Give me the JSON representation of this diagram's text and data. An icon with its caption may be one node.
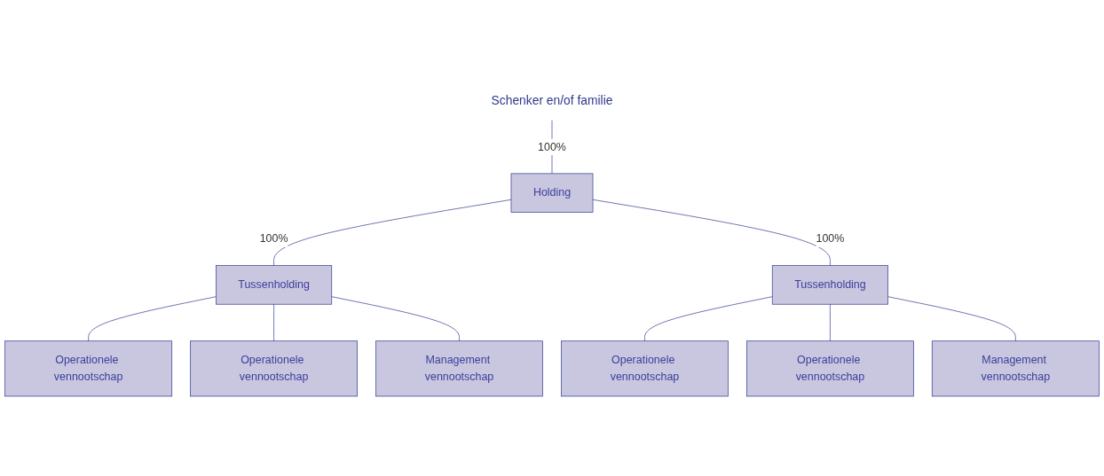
{
  "diagram": {
    "nodes": [
      {
        "text": [
          "Schenker en/of familie"
        ]
      },
      {
        "text": [
          "Holding"
        ]
      },
      {
        "text": [
          "Tussenholding"
        ]
      },
      {
        "text": [
          "Tussenholding"
        ]
      },
      {
        "text": [
          "Operationele vennootschap"
        ]
      },
      {
        "text": [
          "Operationele vennootschap"
        ]
      },
      {
        "text": [
          "Management vennootschap"
        ]
      },
      {
        "text": [
          "Operationele vennootschap"
        ]
      },
      {
        "text": [
          "Operationele vennootschap"
        ]
      },
      {
        "text": [
          "Management vennootschap"
        ]
      }
    ],
    "edges": [
      {
        "from": 0,
        "to": 1,
        "arrow": "none",
        "label": "100%"
      },
      {
        "from": 1,
        "to": 2,
        "arrow": "none",
        "label": "100%"
      },
      {
        "from": 1,
        "to": 3,
        "arrow": "none",
        "label": "100%"
      },
      {
        "from": 2,
        "to": 4,
        "arrow": "none"
      },
      {
        "from": 2,
        "to": 5,
        "arrow": "none"
      },
      {
        "from": 2,
        "to": 6,
        "arrow": "none"
      },
      {
        "from": 3,
        "to": 7,
        "arrow": "none"
      },
      {
        "from": 3,
        "to": 8,
        "arrow": "none"
      },
      {
        "from": 3,
        "to": 9,
        "arrow": "none"
      }
    ]
  }
}
